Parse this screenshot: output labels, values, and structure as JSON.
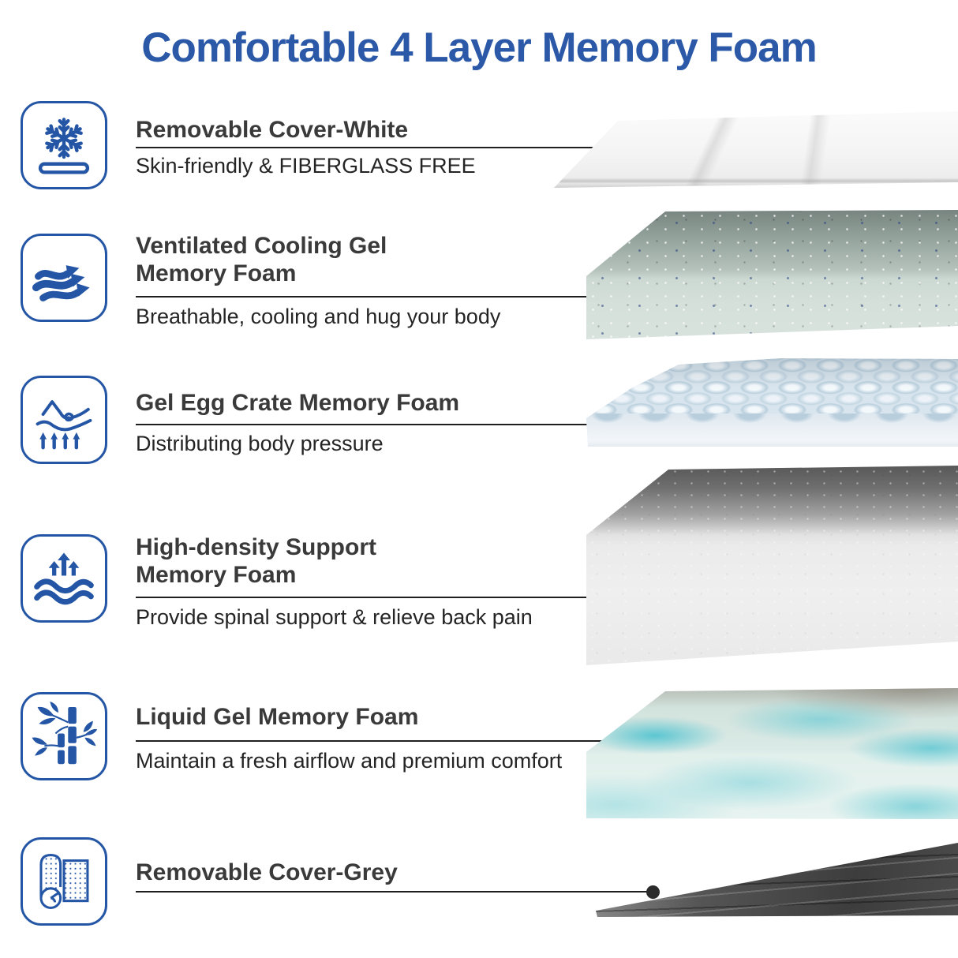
{
  "header": {
    "title": "Comfortable 4 Layer Memory Foam"
  },
  "features": [
    {
      "icon": "snowflake-mattress-icon",
      "title": "Removable Cover-White",
      "description": "Skin-friendly & FIBERGLASS FREE",
      "layer": "white fabric cover sheet"
    },
    {
      "icon": "airflow-waves-icon",
      "title": "Ventilated Cooling Gel\nMemory Foam",
      "description": "Breathable, cooling and hug your body",
      "layer": "speckled green-grey gel foam block"
    },
    {
      "icon": "body-pressure-icon",
      "title": "Gel Egg Crate Memory Foam",
      "description": "Distributing body pressure",
      "layer": "light blue convoluted egg crate foam"
    },
    {
      "icon": "support-arrows-waves-icon",
      "title": "High-density Support\nMemory Foam",
      "description": "Provide spinal support & relieve back pain",
      "layer": "thick white high-density foam block"
    },
    {
      "icon": "bamboo-icon",
      "title": "Liquid Gel Memory Foam",
      "description": "Maintain a fresh airflow and premium comfort",
      "layer": "blue-white swirl gel foam block"
    },
    {
      "icon": "rolled-cover-icon",
      "title": "Removable Cover-Grey",
      "description": "",
      "layer": "dark grey fabric cover sheet"
    }
  ],
  "colors": {
    "accent_blue": "#2b59a8",
    "icon_blue": "#2456a5",
    "heading_text": "#3a3a3a",
    "body_text": "#242424",
    "connector": "#1f1f1f"
  }
}
